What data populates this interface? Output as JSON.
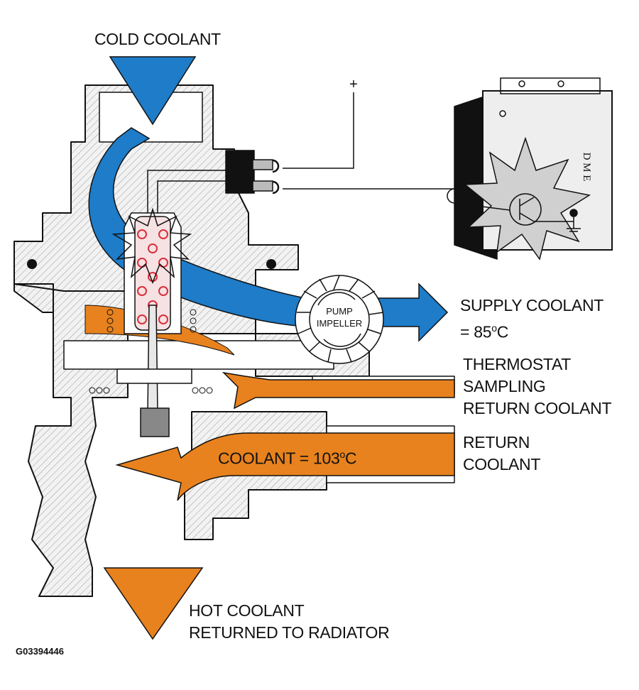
{
  "labels": {
    "cold_coolant": "COLD COOLANT",
    "supply_coolant": "SUPPLY COOLANT",
    "supply_temp_prefix": "= 85",
    "supply_temp_degree": "o",
    "supply_temp_unit": "C",
    "thermostat_line1": "THERMOSTAT",
    "thermostat_line2": "SAMPLING",
    "thermostat_line3": "RETURN COOLANT",
    "return_line1": "RETURN",
    "return_line2": "COOLANT",
    "coolant_temp_prefix": "COOLANT = 103",
    "coolant_temp_degree": "o",
    "coolant_temp_unit": "C",
    "hot_line1": "HOT COOLANT",
    "hot_line2": "RETURNED TO RADIATOR",
    "pump_line1": "PUMP",
    "pump_line2": "IMPELLER",
    "plus_sign": "+",
    "dme_label": "D M E",
    "figure_code": "G03394446"
  },
  "colors": {
    "cold_blue": "#1e7cc8",
    "hot_orange": "#e8821e",
    "housing_gray": "#d9d9d9",
    "outline": "#111111",
    "spark_gray": "#d0d0d0",
    "thermostat_red": "#d9303a"
  },
  "icons": [
    "cold-inlet-arrow",
    "hot-outlet-arrow",
    "supply-arrow",
    "return-arrow",
    "pump-impeller-icon",
    "dme-module-icon",
    "transistor-icon",
    "heating-spark-icon",
    "connector-icon"
  ]
}
